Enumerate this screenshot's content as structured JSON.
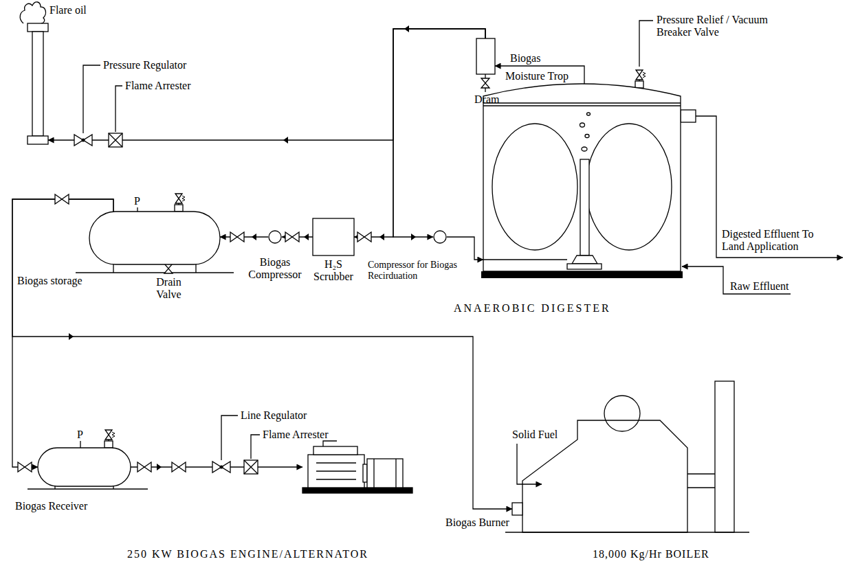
{
  "diagram": {
    "nodes": [
      {
        "text": [
          "Flare oil"
        ]
      },
      {
        "text": [
          "Moisture Trop"
        ]
      },
      {
        "text": [
          "ANAEROBIC DIGESTER"
        ]
      },
      {
        "text": [
          "Biogas storage"
        ]
      },
      {
        "text": [
          "Biogas Compressor"
        ]
      },
      {
        "text": [
          "H₂S Scrubber"
        ]
      },
      {
        "text": [
          "Compressor for Biogas Recirduation"
        ]
      },
      {
        "text": [
          "Biogas Receiver"
        ]
      },
      {
        "text": [
          "250 KW BIOGAS ENGINE/ALTERNATOR"
        ]
      },
      {
        "text": [
          "18,000 Kg/Hr BOILER"
        ]
      }
    ],
    "edges": [
      {
        "from": 2,
        "to": 1,
        "arrow": "to",
        "label": "Biogas"
      },
      {
        "from": 1,
        "to": 0,
        "arrow": "to"
      },
      {
        "from": 1,
        "to": 5,
        "arrow": "to"
      },
      {
        "from": 1,
        "to": 6,
        "arrow": "to"
      },
      {
        "from": 5,
        "to": 4,
        "arrow": "to"
      },
      {
        "from": 4,
        "to": 3,
        "arrow": "to"
      },
      {
        "from": 6,
        "to": 2,
        "arrow": "to"
      },
      {
        "from": 3,
        "to": 7,
        "arrow": "to"
      },
      {
        "from": 3,
        "to": 9,
        "arrow": "to"
      },
      {
        "from": 7,
        "to": 8,
        "arrow": "to"
      }
    ],
    "labels": [
      "Pressure Regulator",
      "Flame Arrester",
      "Dram",
      "Pressure Relief / Vacuum Breaker Valve",
      "P",
      "Drain Valve",
      "Digested Effluent To Land Application",
      "Raw Effluent",
      "P",
      "Line Regulator",
      "Flame Arrester",
      "Solid Fuel",
      "Biogas Burner"
    ]
  }
}
